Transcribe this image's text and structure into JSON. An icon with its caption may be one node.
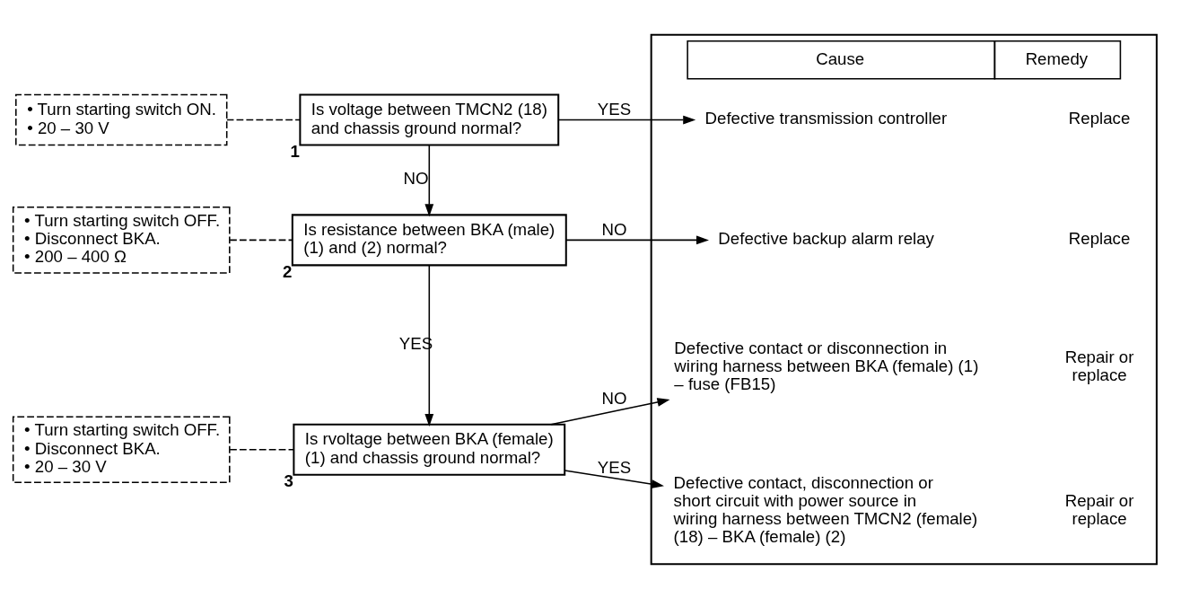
{
  "diagram": {
    "nodes": [
      {
        "text": [
          "• Turn starting switch ON.",
          "• 20 – 30 V"
        ]
      },
      {
        "text": [
          "Is voltage between TMCN2 (18) and chassis ground normal?"
        ],
        "beside": [
          "1"
        ]
      },
      {
        "text": [
          "• Turn starting switch OFF.",
          "• Disconnect BKA.",
          "• 200 – 400 Ω"
        ]
      },
      {
        "text": [
          "Is resistance between BKA (male) (1) and (2) normal?"
        ],
        "beside": [
          "2"
        ]
      },
      {
        "text": [
          "• Turn starting switch OFF.",
          "• Disconnect BKA.",
          "• 20 – 30 V"
        ]
      },
      {
        "text": [
          "Is rvoltage between BKA (female) (1) and chassis ground normal?"
        ],
        "beside": [
          "3"
        ]
      },
      {
        "text": [
          "Cause",
          "Remedy"
        ]
      },
      {
        "text": [
          "Defective transmission controller"
        ],
        "in": 6
      },
      {
        "text": [
          "Defective backup alarm relay"
        ],
        "in": 6
      },
      {
        "text": [
          "Defective contact or disconnection in wiring harness between BKA (female) (1) – fuse (FB15)"
        ],
        "in": 6
      },
      {
        "text": [
          "Defective contact, disconnection or short circuit with power source in wiring harness between TMCN2 (female) (18) – BKA (female) (2)"
        ],
        "in": 6
      }
    ],
    "edges": [
      {
        "from": 0,
        "to": 1,
        "arrow": "none",
        "style": "dashed"
      },
      {
        "from": 1,
        "to": 7,
        "arrow": "to",
        "label": "YES"
      },
      {
        "from": 1,
        "to": 3,
        "arrow": "to",
        "label": "NO"
      },
      {
        "from": 2,
        "to": 3,
        "arrow": "none",
        "style": "dashed"
      },
      {
        "from": 3,
        "to": 8,
        "arrow": "to",
        "label": "NO"
      },
      {
        "from": 3,
        "to": 5,
        "arrow": "to",
        "label": "YES"
      },
      {
        "from": 4,
        "to": 5,
        "arrow": "none",
        "style": "dashed"
      },
      {
        "from": 5,
        "to": 9,
        "arrow": "to",
        "label": "NO"
      },
      {
        "from": 5,
        "to": 10,
        "arrow": "to",
        "label": "YES"
      }
    ],
    "labels": [
      "Replace",
      "Replace",
      "Repair or replace",
      "Repair or replace"
    ]
  }
}
